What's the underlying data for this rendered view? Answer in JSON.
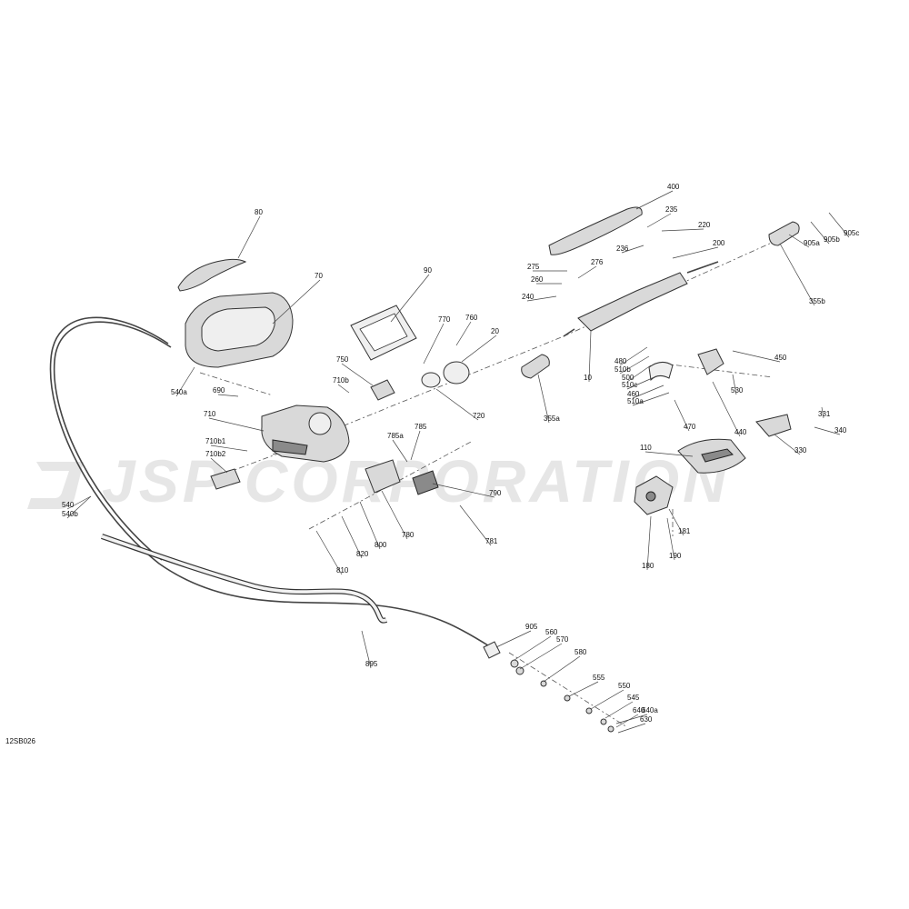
{
  "watermark": "JSP CORPORATION",
  "diagram_id": "12SB026",
  "callouts": [
    {
      "label": "80"
    },
    {
      "label": "70"
    },
    {
      "label": "540a"
    },
    {
      "label": "690"
    },
    {
      "label": "710"
    },
    {
      "label": "710b1"
    },
    {
      "label": "710b2"
    },
    {
      "label": "540"
    },
    {
      "label": "540b"
    },
    {
      "label": "90"
    },
    {
      "label": "750"
    },
    {
      "label": "710b"
    },
    {
      "label": "770"
    },
    {
      "label": "760"
    },
    {
      "label": "20"
    },
    {
      "label": "720"
    },
    {
      "label": "785a"
    },
    {
      "label": "785"
    },
    {
      "label": "790"
    },
    {
      "label": "780"
    },
    {
      "label": "781"
    },
    {
      "label": "800"
    },
    {
      "label": "820"
    },
    {
      "label": "810"
    },
    {
      "label": "895"
    },
    {
      "label": "400"
    },
    {
      "label": "235"
    },
    {
      "label": "220"
    },
    {
      "label": "236"
    },
    {
      "label": "200"
    },
    {
      "label": "275"
    },
    {
      "label": "276"
    },
    {
      "label": "260"
    },
    {
      "label": "240"
    },
    {
      "label": "10"
    },
    {
      "label": "355a"
    },
    {
      "label": "905b"
    },
    {
      "label": "905c"
    },
    {
      "label": "905a"
    },
    {
      "label": "355b"
    },
    {
      "label": "480"
    },
    {
      "label": "510b"
    },
    {
      "label": "500"
    },
    {
      "label": "510c"
    },
    {
      "label": "460"
    },
    {
      "label": "510a"
    },
    {
      "label": "470"
    },
    {
      "label": "450"
    },
    {
      "label": "530"
    },
    {
      "label": "440"
    },
    {
      "label": "331"
    },
    {
      "label": "340"
    },
    {
      "label": "330"
    },
    {
      "label": "110"
    },
    {
      "label": "181"
    },
    {
      "label": "180"
    },
    {
      "label": "190"
    },
    {
      "label": "905"
    },
    {
      "label": "560"
    },
    {
      "label": "570"
    },
    {
      "label": "580"
    },
    {
      "label": "555"
    },
    {
      "label": "550"
    },
    {
      "label": "545"
    },
    {
      "label": "640a"
    },
    {
      "label": "640"
    },
    {
      "label": "630"
    }
  ]
}
